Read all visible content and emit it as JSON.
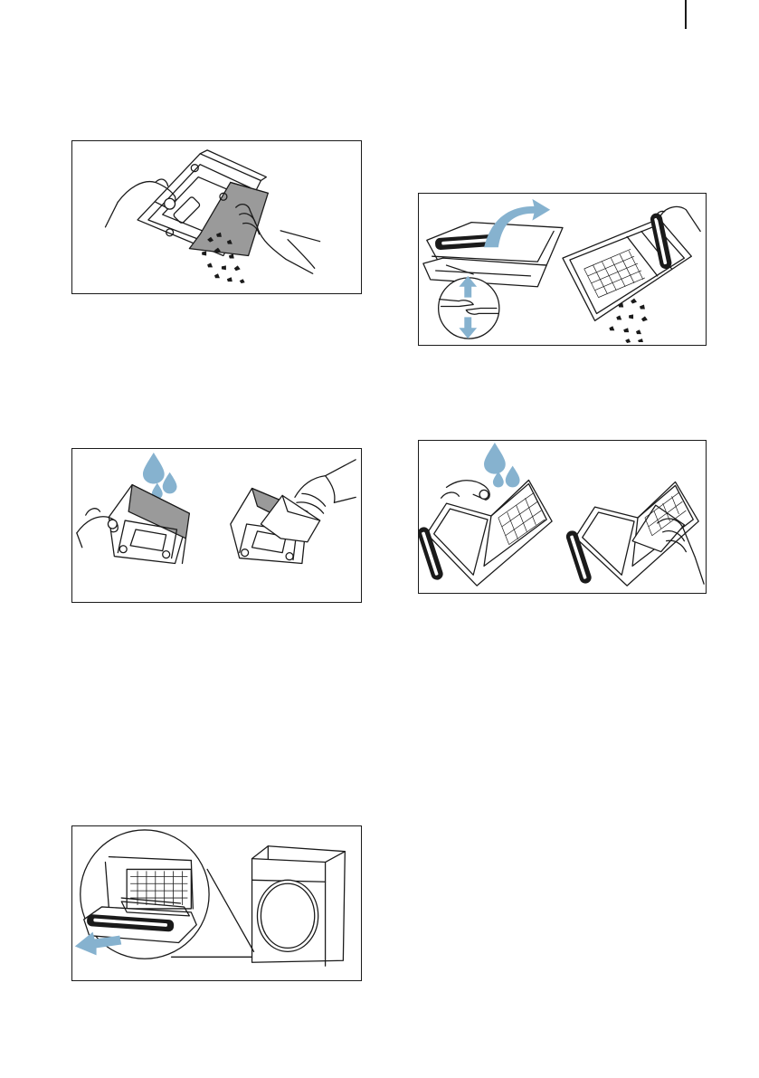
{
  "page": {
    "type": "appliance manual illustration page",
    "text": []
  },
  "colors": {
    "line": "#1a1a1a",
    "water": "#86b2cf",
    "filter_gray": "#9a9a9a",
    "background": "#ffffff"
  },
  "icons": {
    "water_drop": "water-drop-icon",
    "arrow_up": "arrow-up-icon",
    "arrow_down": "arrow-down-icon",
    "arrow_out": "arrow-out-icon",
    "arrow_curved": "curved-arrow-icon"
  },
  "figures": [
    {
      "id": "fig-1",
      "subject": "knock-out-fluff-from-filter"
    },
    {
      "id": "fig-2",
      "subject": "open-filter-and-remove-fluff"
    },
    {
      "id": "fig-3",
      "subject": "rinse-and-wipe-filter"
    },
    {
      "id": "fig-4",
      "subject": "rinse-and-wipe-inner-filter"
    },
    {
      "id": "fig-5",
      "subject": "pull-out-fluff-filter-from-dryer"
    }
  ]
}
